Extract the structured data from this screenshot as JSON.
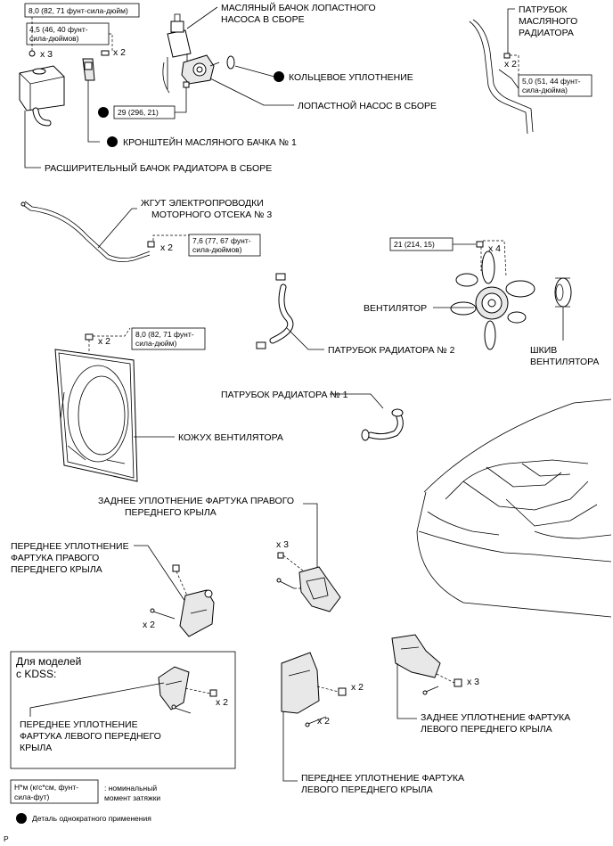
{
  "labels": {
    "ps_reservoir_l1": "МАСЛЯНЫЙ БАЧОК ЛОПАСТНОГО",
    "ps_reservoir_l2": "НАСОСА В СБОРЕ",
    "o_ring": "КОЛЬЦЕВОЕ УПЛОТНЕНИЕ",
    "vane_pump": "ЛОПАСТНОЙ НАСОС В СБОРЕ",
    "bracket": "КРОНШТЕЙН МАСЛЯНОГО БАЧКА № 1",
    "reserve_tank": "РАСШИРИТЕЛЬНЫЙ БАЧОК РАДИАТОРА В СБОРЕ",
    "cooler_hose_l1": "ПАТРУБОК",
    "cooler_hose_l2": "МАСЛЯНОГО",
    "cooler_hose_l3": "РАДИАТОРА",
    "wire_l1": "ЖГУТ ЭЛЕКТРОПРОВОДКИ",
    "wire_l2": "МОТОРНОГО ОТСЕКА № 3",
    "fan": "ВЕНТИЛЯТОР",
    "pulley_l1": "ШКИВ",
    "pulley_l2": "ВЕНТИЛЯТОРА",
    "hose2": "ПАТРУБОК РАДИАТОРА № 2",
    "hose1": "ПАТРУБОК РАДИАТОРА № 1",
    "shroud": "КОЖУХ ВЕНТИЛЯТОРА",
    "rr_rh_seal_l1": "ЗАДНЕЕ УПЛОТНЕНИЕ ФАРТУКА ПРАВОГО",
    "rr_rh_seal_l2": "ПЕРЕДНЕГО КРЫЛА",
    "fr_rh_seal_l1": "ПЕРЕДНЕЕ УПЛОТНЕНИЕ",
    "fr_rh_seal_l2": "ФАРТУКА ПРАВОГО",
    "fr_rh_seal_l3": "ПЕРЕДНЕГО КРЫЛА",
    "kdss_l1": "Для моделей",
    "kdss_l2": "с KDSS:",
    "kdss_seal_l1": "ПЕРЕДНЕЕ УПЛОТНЕНИЕ",
    "kdss_seal_l2": "ФАРТУКА ЛЕВОГО ПЕРЕДНЕГО",
    "kdss_seal_l3": "КРЫЛА",
    "rr_lh_seal_l1": "ЗАДНЕЕ УПЛОТНЕНИЕ ФАРТУКА",
    "rr_lh_seal_l2": "ЛЕВОГО ПЕРЕДНЕГО КРЫЛА",
    "fr_lh_seal_l1": "ПЕРЕДНЕЕ УПЛОТНЕНИЕ ФАРТУКА",
    "fr_lh_seal_l2": "ЛЕВОГО ПЕРЕДНЕГО КРЫЛА"
  },
  "torques": {
    "t_reserve_top_l1": "8,0 (82, 71 фунт-сила-дюйм)",
    "t_bracket_l1": "4,5 (46, 40 фунт-",
    "t_bracket_l2": "сила-дюймов)",
    "t_pump": "29 (296, 21)",
    "t_cooler_l1": "5,0 (51, 44 фунт-",
    "t_cooler_l2": "сила-дюйма)",
    "t_wire_l1": "7,6 (77, 67 фунт-",
    "t_wire_l2": "сила-дюймов)",
    "t_fan": "21 (214, 15)",
    "t_shroud_l1": "8,0 (82, 71 фунт-",
    "t_shroud_l2": "сила-дюйм)"
  },
  "quantities": {
    "x3": "x 3",
    "x2": "x 2",
    "x4": "x 4"
  },
  "legend": {
    "unit_l1": "Н*м (кгс*см, фунт-",
    "unit_l2": "сила-фут)",
    "unit_desc_l1": ": номинальный",
    "unit_desc_l2": "момент затяжки",
    "non_reusable": "Деталь однократного применения"
  },
  "footer_code": "P"
}
